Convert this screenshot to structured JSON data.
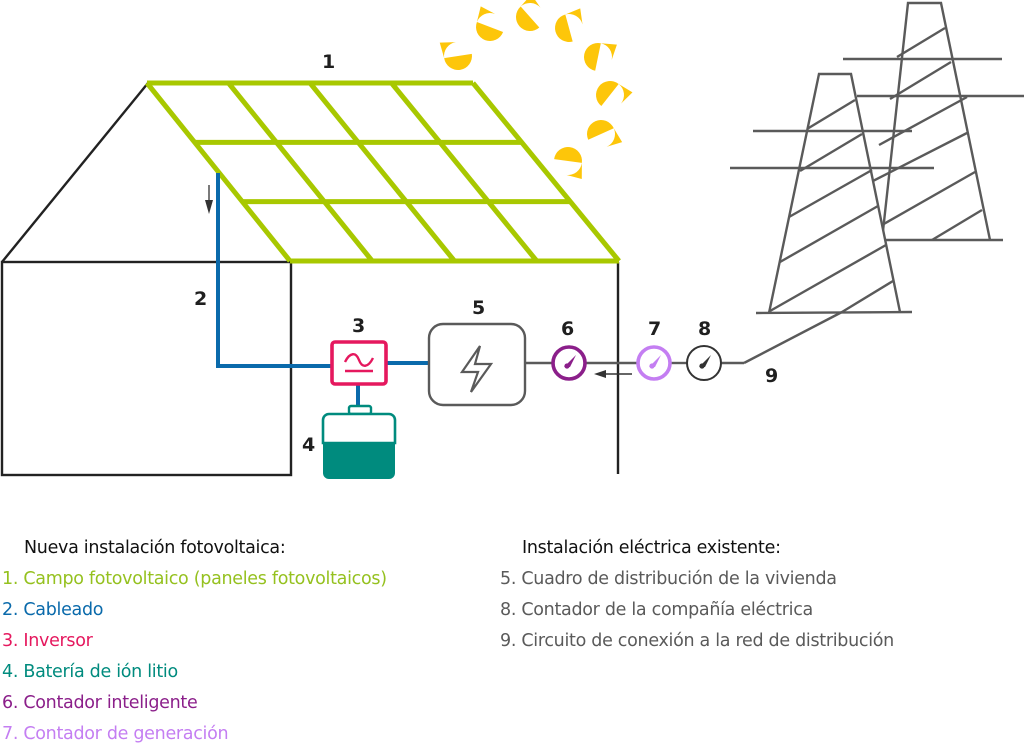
{
  "colors": {
    "panels": "#a8c800",
    "wiring": "#0a6aab",
    "inverter": "#e5185e",
    "battery": "#008b7e",
    "smart_meter": "#8b1f8a",
    "generation_meter": "#c47ef2",
    "existing": "#5a5a5a",
    "house": "#222222",
    "sun": "#fdc60a"
  },
  "labels": {
    "n1": "1",
    "n2": "2",
    "n3": "3",
    "n4": "4",
    "n5": "5",
    "n6": "6",
    "n7": "7",
    "n8": "8",
    "n9": "9"
  },
  "legend": {
    "new_install": {
      "title": "Nueva instalación fotovoltaica:",
      "items": [
        {
          "text": "1. Campo fotovoltaico (paneles fotovoltaicos)",
          "color": "#95c11f"
        },
        {
          "text": "2. Cableado",
          "color": "#0a6aab"
        },
        {
          "text": "3. Inversor",
          "color": "#e5185e"
        },
        {
          "text": "4. Batería de ión litio",
          "color": "#008b7e"
        },
        {
          "text": "6. Contador inteligente",
          "color": "#8b1f8a"
        },
        {
          "text": "7. Contador de generación",
          "color": "#c47ef2"
        }
      ]
    },
    "existing_install": {
      "title": "Instalación eléctrica existente:",
      "items": [
        {
          "text": "5. Cuadro de distribución de la vivienda"
        },
        {
          "text": "8. Contador de la compañía eléctrica"
        },
        {
          "text": "9. Circuito de conexión a la red de distribución"
        }
      ]
    }
  }
}
